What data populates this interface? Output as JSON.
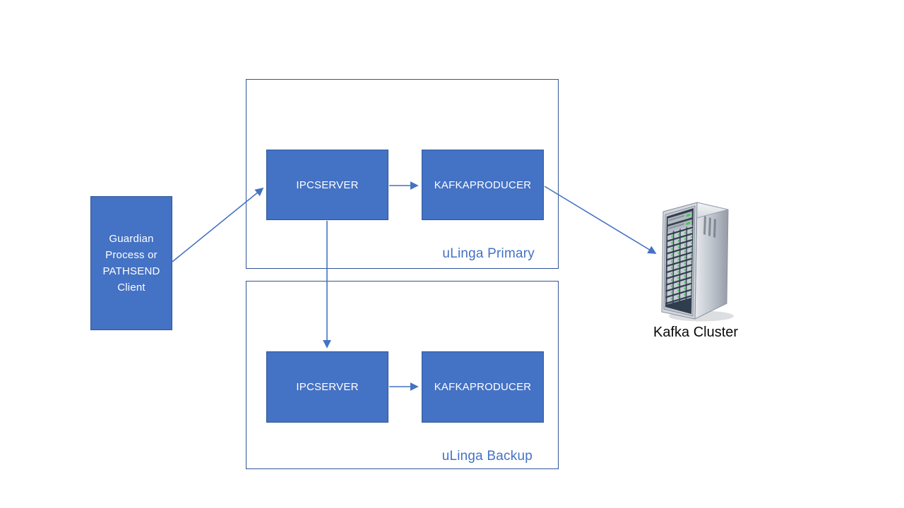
{
  "diagram": {
    "background": "#FFFFFF",
    "groups": {
      "primary": {
        "label": "uLinga Primary"
      },
      "backup": {
        "label": "uLinga Backup"
      }
    },
    "nodes": {
      "guardian": {
        "label": "Guardian Process or PATHSEND Client"
      },
      "primary_ipcserver": {
        "label": "IPCSERVER"
      },
      "primary_kafkaproducer": {
        "label": "KAFKAPRODUCER"
      },
      "backup_ipcserver": {
        "label": "IPCSERVER"
      },
      "backup_kafkaproducer": {
        "label": "KAFKAPRODUCER"
      },
      "kafka_cluster": {
        "label": "Kafka Cluster",
        "icon": "server-tower-icon"
      }
    },
    "edges": [
      {
        "from": "guardian",
        "to": "primary_ipcserver"
      },
      {
        "from": "primary_ipcserver",
        "to": "primary_kafkaproducer"
      },
      {
        "from": "primary_ipcserver",
        "to": "backup_ipcserver"
      },
      {
        "from": "backup_ipcserver",
        "to": "backup_kafkaproducer"
      },
      {
        "from": "primary_kafkaproducer",
        "to": "kafka_cluster"
      }
    ],
    "colors": {
      "node_fill": "#4472C4",
      "node_border": "#2F5597",
      "node_text": "#FFFFFF",
      "group_border": "#2F5597",
      "group_label": "#4472C4",
      "arrow": "#4472C4",
      "kafka_label_text": "#0A0A0A",
      "server_led_green": "#3FCB53"
    }
  }
}
